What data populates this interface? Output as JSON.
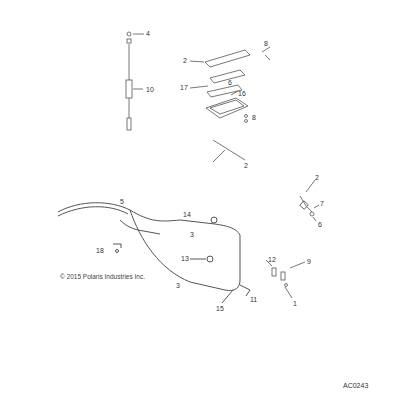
{
  "diagram": {
    "labels": [
      "4",
      "10",
      "2",
      "8",
      "17",
      "6",
      "16",
      "8",
      "2",
      "5",
      "14",
      "3",
      "18",
      "13",
      "12",
      "9",
      "11",
      "1",
      "15",
      "3",
      "2",
      "7",
      "6",
      "© 2015 Polaris Industries Inc.",
      "AC0243"
    ]
  }
}
